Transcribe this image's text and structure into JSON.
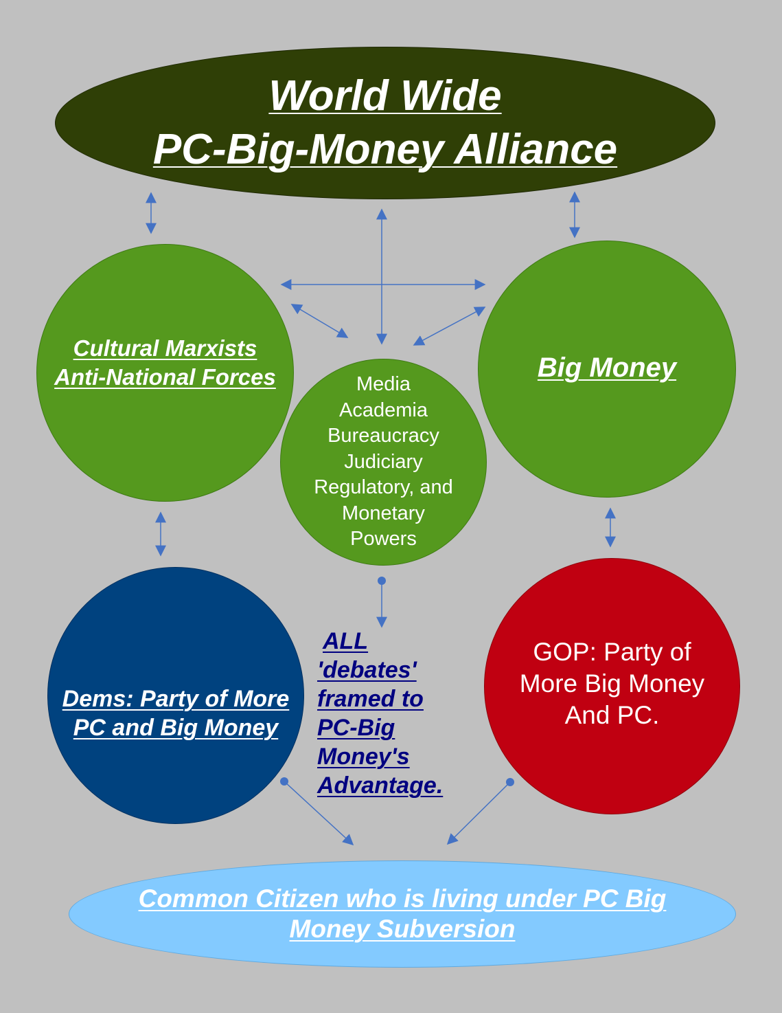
{
  "top": {
    "lines": [
      "World Wide",
      "PC-Big-Money Alliance"
    ]
  },
  "left_circle": {
    "lines": [
      "Cultural Marxists",
      "Anti-National Forces"
    ]
  },
  "center_circle": {
    "lines": [
      "Media",
      "Academia",
      "Bureaucracy",
      "Judiciary",
      "Regulatory, and",
      "Monetary",
      "Powers"
    ]
  },
  "right_circle": {
    "lines": [
      "Big Money"
    ]
  },
  "dems_circle": {
    "lines": [
      "Dems: Party of More",
      "PC and Big Money"
    ]
  },
  "gop_circle": {
    "lines": [
      "GOP: Party of",
      "More Big Money",
      "And PC."
    ]
  },
  "debates_note": {
    "lines": [
      "ALL",
      "'debates'",
      "framed to",
      "PC-Big",
      "Money's",
      "Advantage."
    ]
  },
  "bottom": {
    "lines": [
      "Common Citizen who is living under PC Big",
      "Money Subversion"
    ]
  },
  "colors": {
    "background": "#c0c0c0",
    "top_ellipse": "#2f3f06",
    "green_circles": "#55991e",
    "dems_blue": "#00427f",
    "gop_red": "#c00011",
    "bottom_ellipse": "#83caff",
    "arrows": "#4472c4",
    "debates_text": "#000080"
  }
}
